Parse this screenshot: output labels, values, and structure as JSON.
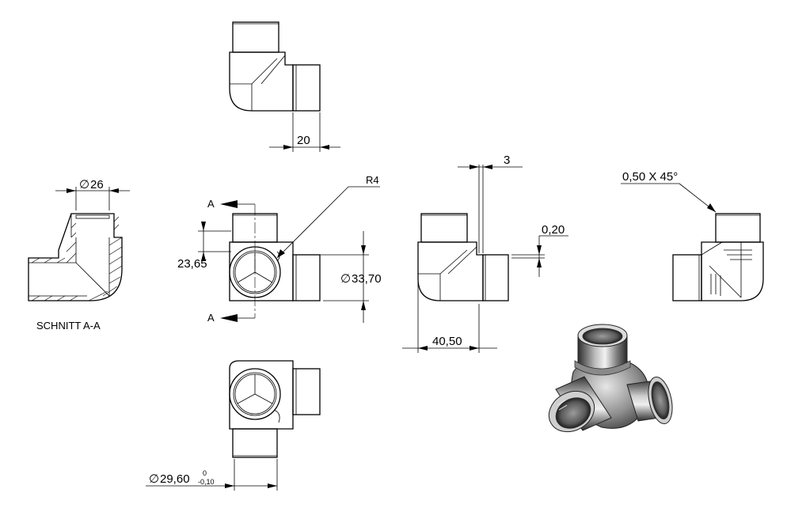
{
  "labels": {
    "section_title": "SCHNITT A-A",
    "section_mark_top": "A",
    "section_mark_bottom": "A",
    "radius": "R4",
    "dim_top_width": "20",
    "dim_section_dia": "26",
    "dim_height": "23,65",
    "dim_outer_dia": "33,70",
    "dim_gap": "3",
    "dim_step": "0,20",
    "dim_length": "40,50",
    "chamfer": "0,50 X 45°",
    "dim_bottom_dia": "29,60",
    "tol_upper": "0",
    "tol_lower": "-0,10",
    "diameter_symbol": "∅"
  },
  "colors": {
    "line": "#000000",
    "background": "#ffffff",
    "render_metal_dark": "#3a3a3a",
    "render_metal_light": "#d8d8d8"
  }
}
